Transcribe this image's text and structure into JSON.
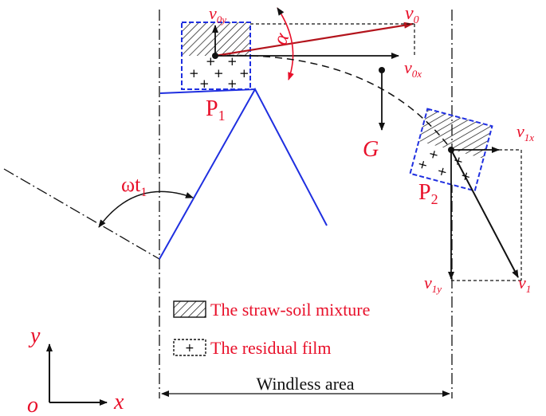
{
  "labels": {
    "v0y": "v",
    "v0y_sub": "0y",
    "v0": "v",
    "v0_sub": "0",
    "alpha": "α",
    "v0x": "v",
    "v0x_sub": "0x",
    "P1": "P",
    "P1_sub": "1",
    "G": "G",
    "v1x": "v",
    "v1x_sub": "1x",
    "P2": "P",
    "P2_sub": "2",
    "omega": "ωt",
    "omega_sub": "1",
    "v1y": "v",
    "v1y_sub": "1y",
    "v1": "v",
    "v1_sub": "1",
    "axis_y": "y",
    "axis_x": "x",
    "origin": "o"
  },
  "legend": {
    "straw_soil": "The straw-soil mixture",
    "residual_film": "The residual film"
  },
  "windless": "Windless area",
  "colors": {
    "red": "#e8102a",
    "blue": "#1f2fe0",
    "black": "#111111",
    "dark_red": "#b3141c"
  }
}
